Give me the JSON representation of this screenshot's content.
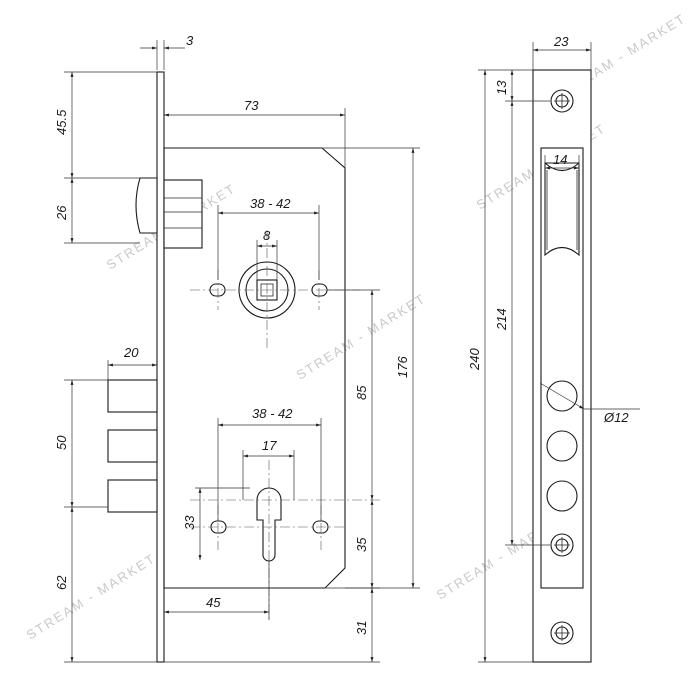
{
  "dimensions": {
    "front_thickness": "3",
    "top_to_bolt": "45.5",
    "latch_height": "26",
    "deadbolt_span": "50",
    "bottom_offset": "62",
    "body_width": "73",
    "spindle_holes_spacing_top": "38 - 42",
    "spindle_square": "8",
    "spindle_to_cylinder": "85",
    "body_height": "176",
    "deadbolt_length": "20",
    "cylinder_holes_spacing": "38 - 42",
    "cylinder_width": "17",
    "cylinder_holes_height": "33",
    "cylinder_to_bottom": "35",
    "backset": "45",
    "cylinder_to_plate_bottom": "31",
    "faceplate_width": "23",
    "faceplate_screw_offset": "13",
    "latch_slot_width": "14",
    "faceplate_length": "240",
    "screw_spacing": "214",
    "bolt_hole_diameter": "Ø12"
  },
  "watermark": "STREAM - MARKET"
}
